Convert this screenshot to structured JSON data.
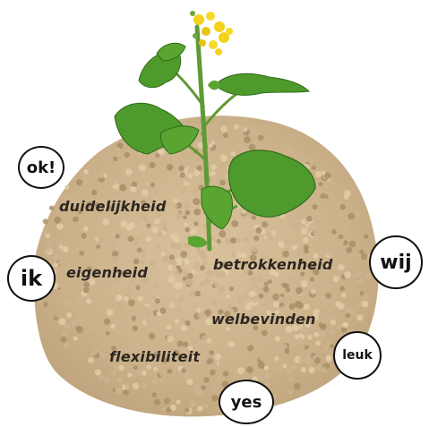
{
  "words": {
    "duidelijkheid": "duidelijkheid",
    "eigenheid": "eigenheid",
    "betrokkenheid": "betrokkenheid",
    "welbevinden": "welbevinden",
    "flexibiliteit": "flexibiliteit"
  },
  "badges": {
    "ok": "ok!",
    "ik": "ik",
    "wij": "wij",
    "leuk": "leuk",
    "yes": "yes"
  },
  "colors": {
    "seed_base": "#cdb48e",
    "seed_light": "#e2cda6",
    "seed_dark": "#a98f68",
    "leaf": "#4f9a2c",
    "leaf_dark": "#2f6c1a",
    "flower": "#f2d21c",
    "text": "#2b2620",
    "badge_ink": "#111111"
  }
}
